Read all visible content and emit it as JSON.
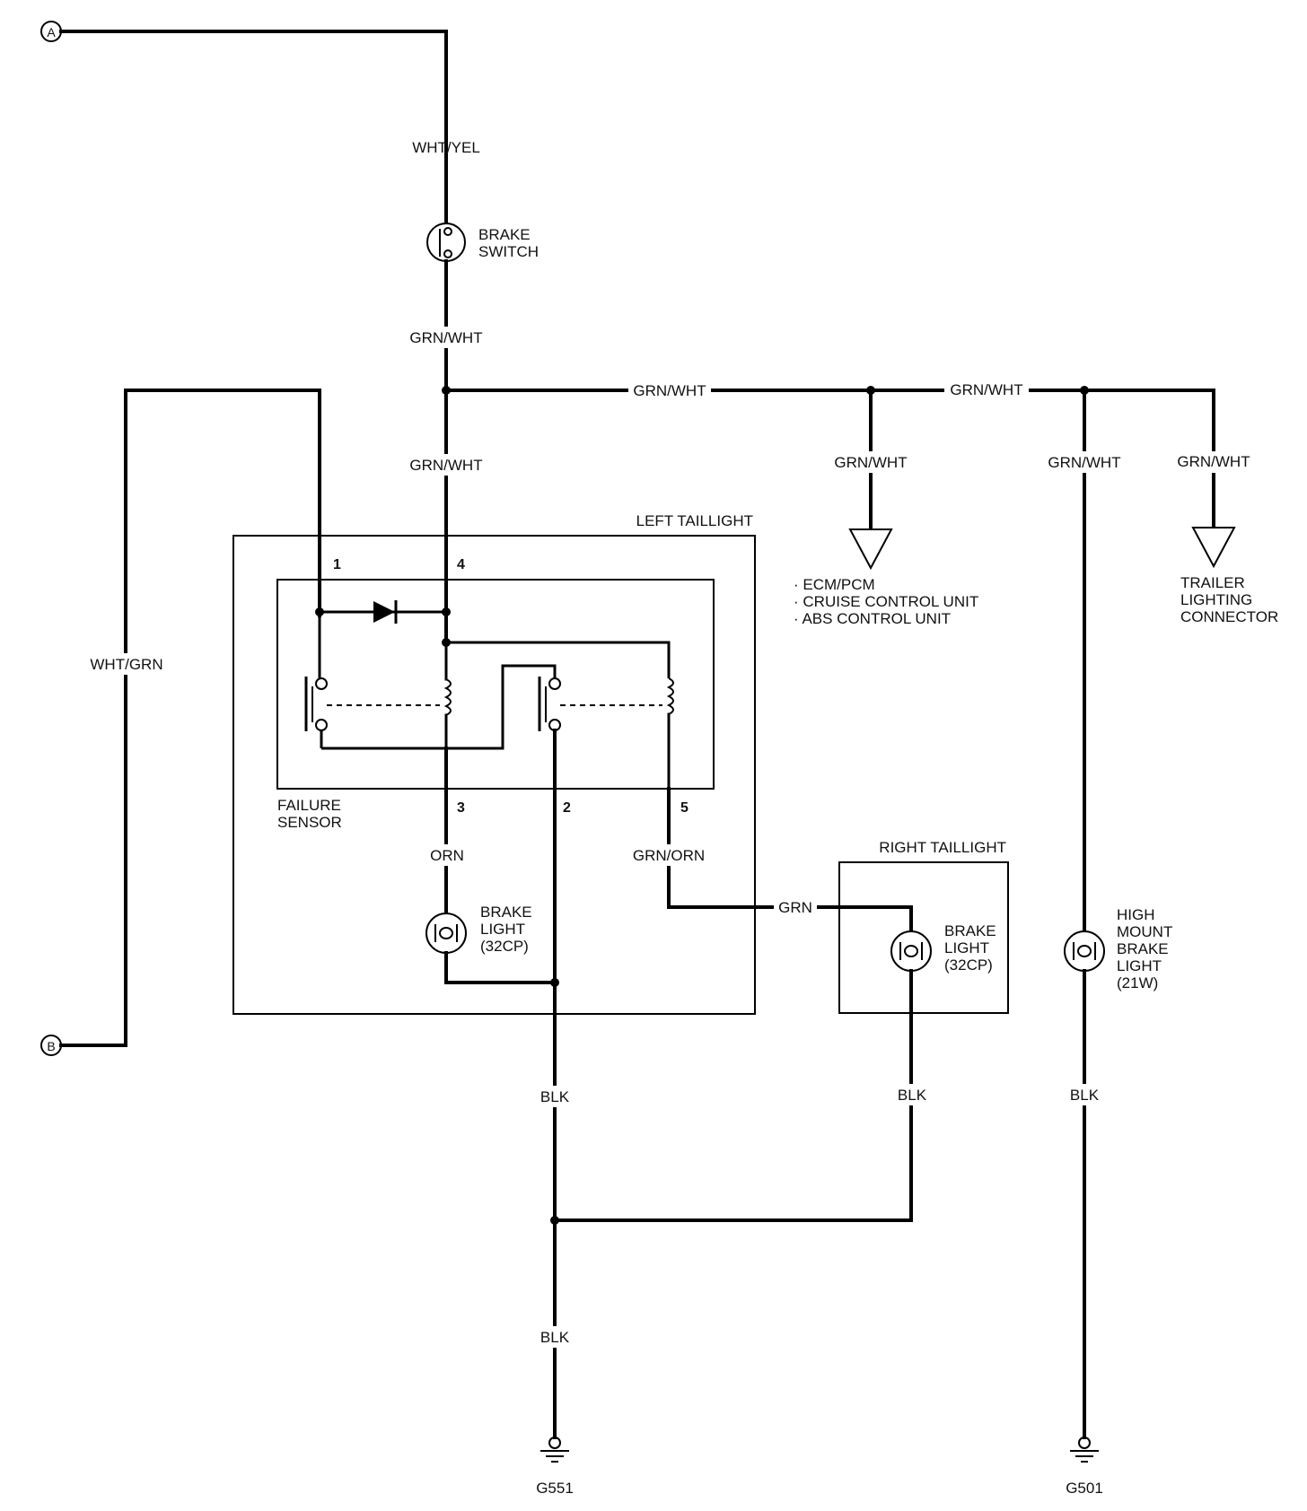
{
  "connectors": {
    "a": "A",
    "b": "B"
  },
  "wires": {
    "wht_yel": "WHT/YEL",
    "grn_wht_main": "GRN/WHT",
    "grn_wht_lower": "GRN/WHT",
    "grn_wht_branch1": "GRN/WHT",
    "grn_wht_branch2": "GRN/WHT",
    "grn_wht_ecm": "GRN/WHT",
    "grn_wht_highmount": "GRN/WHT",
    "grn_wht_trailer": "GRN/WHT",
    "wht_grn": "WHT/GRN",
    "orn": "ORN",
    "grn_orn": "GRN/ORN",
    "grn": "GRN",
    "blk_left": "BLK",
    "blk_right": "BLK",
    "blk_highmount": "BLK",
    "blk_ground": "BLK"
  },
  "components": {
    "brake_switch": [
      "BRAKE",
      "SWITCH"
    ],
    "left_taillight": "LEFT TAILLIGHT",
    "failure_sensor": [
      "FAILURE",
      "SENSOR"
    ],
    "left_brake_light": [
      "BRAKE",
      "LIGHT",
      "(32CP)"
    ],
    "right_taillight": "RIGHT TAILLIGHT",
    "right_brake_light": [
      "BRAKE",
      "LIGHT",
      "(32CP)"
    ],
    "high_mount": [
      "HIGH",
      "MOUNT",
      "BRAKE",
      "LIGHT",
      "(21W)"
    ],
    "ecm_list": [
      "· ECM/PCM",
      "· CRUISE CONTROL UNIT",
      "· ABS CONTROL UNIT"
    ],
    "trailer": [
      "TRAILER",
      "LIGHTING",
      "CONNECTOR"
    ]
  },
  "pins": {
    "p1": "1",
    "p2": "2",
    "p3": "3",
    "p4": "4",
    "p5": "5"
  },
  "grounds": {
    "g551": "G551",
    "g501": "G501"
  }
}
